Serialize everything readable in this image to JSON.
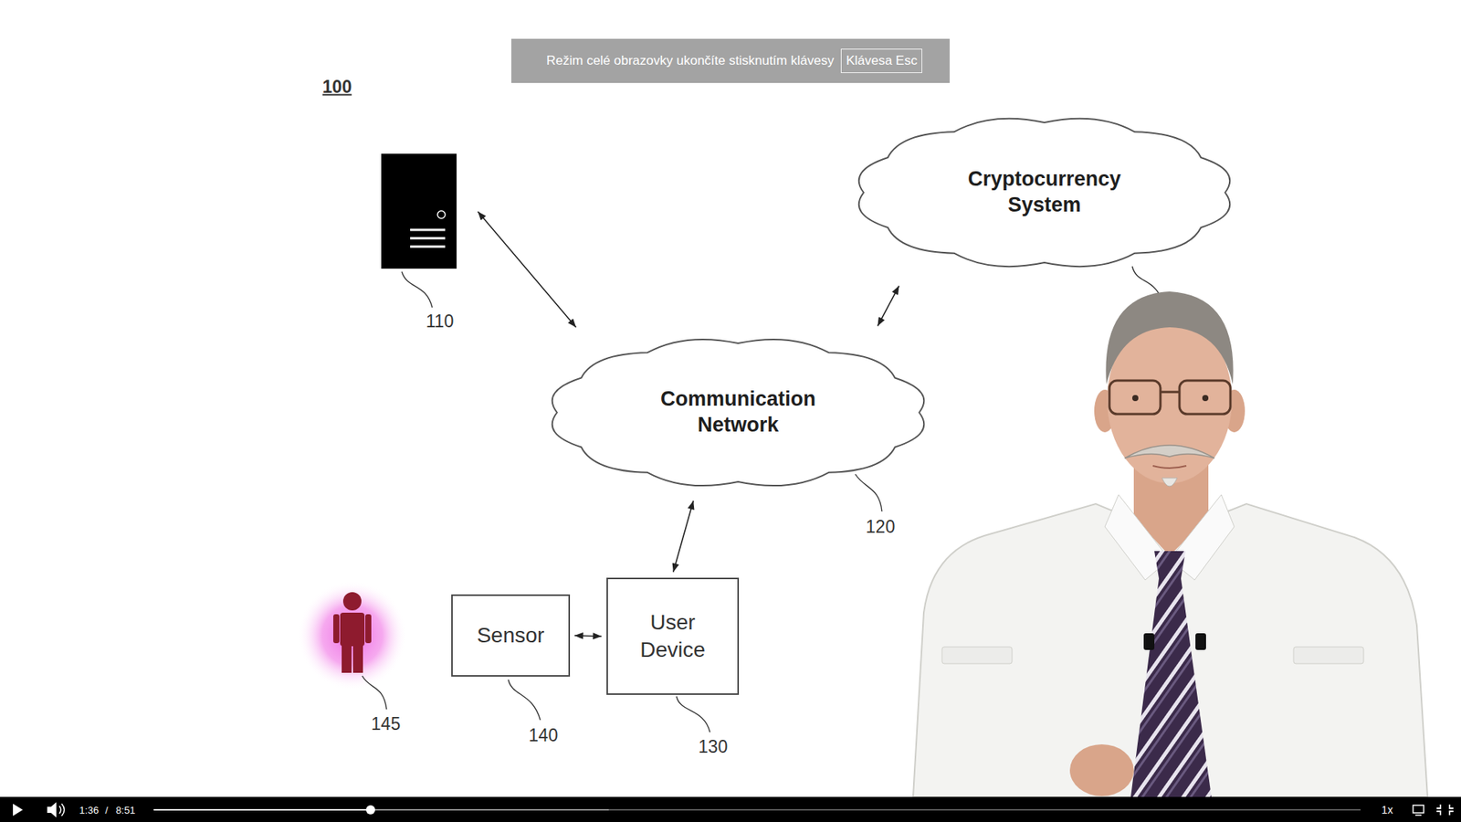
{
  "diagram": {
    "nodes": [
      {
        "text": [
          "Režim celé obrazovky ukončíte stisknutím klávesy"
        ]
      },
      {
        "text": [
          "Klávesa Esc"
        ],
        "in": 0
      },
      {
        "text": [
          "Cryptocurrency System"
        ]
      },
      {
        "text": [
          "Communication Network"
        ]
      },
      {
        "text": [
          "Sensor"
        ]
      },
      {
        "text": [
          "User Device"
        ]
      }
    ],
    "edges": [
      {
        "from": 2,
        "to": 3,
        "arrow": "both"
      },
      {
        "from": 3,
        "to": 5,
        "arrow": "both"
      },
      {
        "from": 4,
        "to": 5,
        "arrow": "both"
      }
    ],
    "labels": [
      "100",
      "110",
      "120",
      "145",
      "140",
      "130",
      "1:36",
      "/",
      "8:51",
      "1x"
    ]
  }
}
